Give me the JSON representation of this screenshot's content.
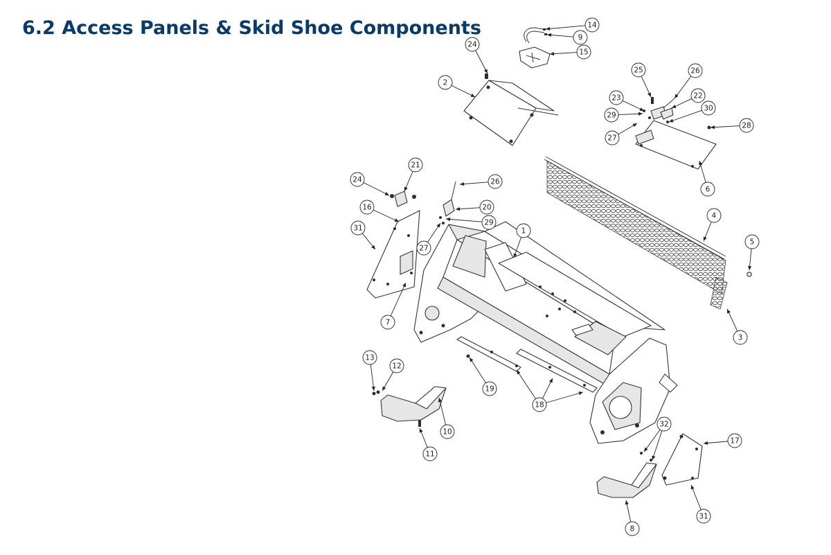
{
  "page": {
    "title": "6.2 Access Panels & Skid Shoe Components",
    "title_color": "#0a3a66"
  },
  "callouts": [
    {
      "id": "c14",
      "label": "14"
    },
    {
      "id": "c9",
      "label": "9"
    },
    {
      "id": "c15",
      "label": "15"
    },
    {
      "id": "c24a",
      "label": "24"
    },
    {
      "id": "c2",
      "label": "2"
    },
    {
      "id": "c25",
      "label": "25"
    },
    {
      "id": "c26a",
      "label": "26"
    },
    {
      "id": "c23",
      "label": "23"
    },
    {
      "id": "c22",
      "label": "22"
    },
    {
      "id": "c30",
      "label": "30"
    },
    {
      "id": "c29a",
      "label": "29"
    },
    {
      "id": "c28",
      "label": "28"
    },
    {
      "id": "c27a",
      "label": "27"
    },
    {
      "id": "c6",
      "label": "6"
    },
    {
      "id": "c21",
      "label": "21"
    },
    {
      "id": "c26b",
      "label": "26"
    },
    {
      "id": "c24b",
      "label": "24"
    },
    {
      "id": "c16",
      "label": "16"
    },
    {
      "id": "c20",
      "label": "20"
    },
    {
      "id": "c29b",
      "label": "29"
    },
    {
      "id": "c31a",
      "label": "31"
    },
    {
      "id": "c27b",
      "label": "27"
    },
    {
      "id": "c1",
      "label": "1"
    },
    {
      "id": "c4",
      "label": "4"
    },
    {
      "id": "c5",
      "label": "5"
    },
    {
      "id": "c7",
      "label": "7"
    },
    {
      "id": "c3",
      "label": "3"
    },
    {
      "id": "c13",
      "label": "13"
    },
    {
      "id": "c12",
      "label": "12"
    },
    {
      "id": "c19",
      "label": "19"
    },
    {
      "id": "c18",
      "label": "18"
    },
    {
      "id": "c10",
      "label": "10"
    },
    {
      "id": "c11",
      "label": "11"
    },
    {
      "id": "c32",
      "label": "32"
    },
    {
      "id": "c17",
      "label": "17"
    },
    {
      "id": "c31b",
      "label": "31"
    },
    {
      "id": "c8",
      "label": "8"
    }
  ]
}
